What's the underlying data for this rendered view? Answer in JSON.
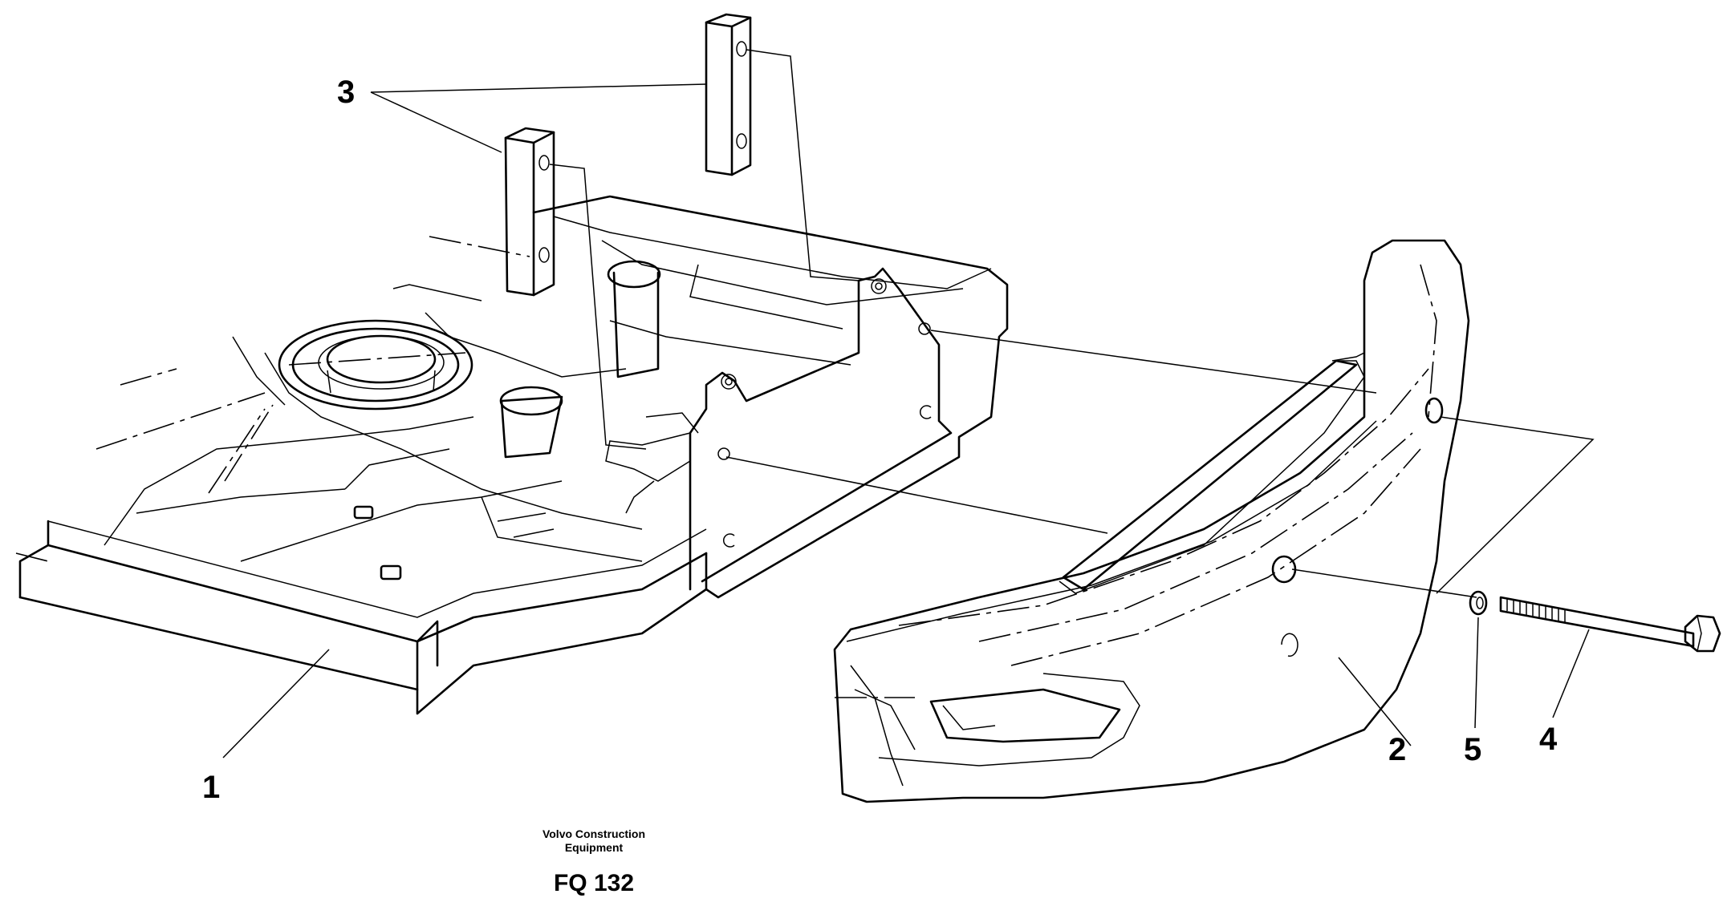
{
  "labels": {
    "frame": "1",
    "counterweight": "2",
    "plates": "3",
    "bolt": "4",
    "washer": "5"
  },
  "caption": {
    "company_line1": "Volvo Construction",
    "company_line2": "Equipment",
    "code": "FQ 132"
  }
}
